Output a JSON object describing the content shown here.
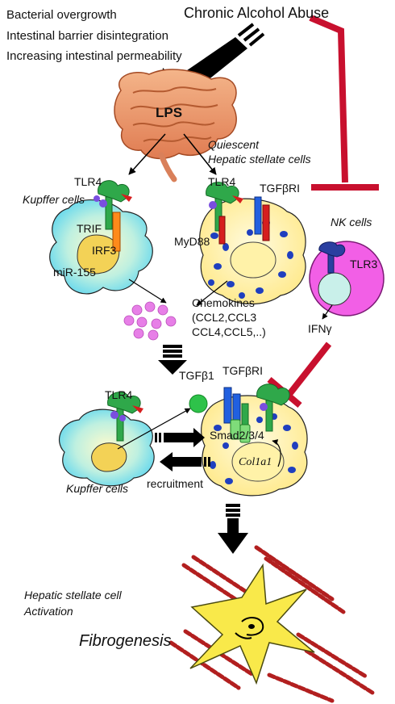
{
  "header": {
    "title": "Chronic Alcohol Abuse",
    "gut_effects": [
      "Bacterial overgrowth",
      "Intestinal barrier disintegration",
      "Increasing intestinal permeability"
    ]
  },
  "gut": {
    "lps": "LPS"
  },
  "kupffer_upper": {
    "name": "Kupffer cells",
    "receptor": "TLR4",
    "adaptor": "TRIF",
    "factor": "IRF3",
    "mirna": "miR-155"
  },
  "hsc_quiescent": {
    "name": "Quiescent Hepatic stellate cells",
    "name_line1": "Quiescent",
    "name_line2": "Hepatic stellate cells",
    "receptor_tlr": "TLR4",
    "receptor_tgf": "TGFβRI",
    "adaptor": "MyD88"
  },
  "nk": {
    "name": "NK cells",
    "receptor": "TLR3",
    "cytokine": "IFNγ"
  },
  "chemokines": {
    "title": "Chemokines",
    "line1": "(CCL2,CCL3",
    "line2": "CCL4,CCL5,..)"
  },
  "activation": {
    "tgf_ligand": "TGFβ1",
    "tgf_receptor": "TGFβRI",
    "smad": "Smad2/3/4",
    "gene": "Col1a1",
    "kupffer_receptor": "TLR4",
    "kupffer_name": "Kupffer cells",
    "recruitment": "recruitment"
  },
  "outcome": {
    "line1": "Hepatic stellate cell",
    "line2": "Activation",
    "result": "Fibrogenesis"
  },
  "colors": {
    "inhibition_red": "#c8102e",
    "kupffer_fill": "#7fe0f2",
    "hsc_fill": "#fff3a6",
    "nk_fill": "#f25fe6",
    "chemokine_dot": "#e77fe7",
    "collagen_red": "#c22a2a",
    "gut_fill": "#f0a071"
  }
}
